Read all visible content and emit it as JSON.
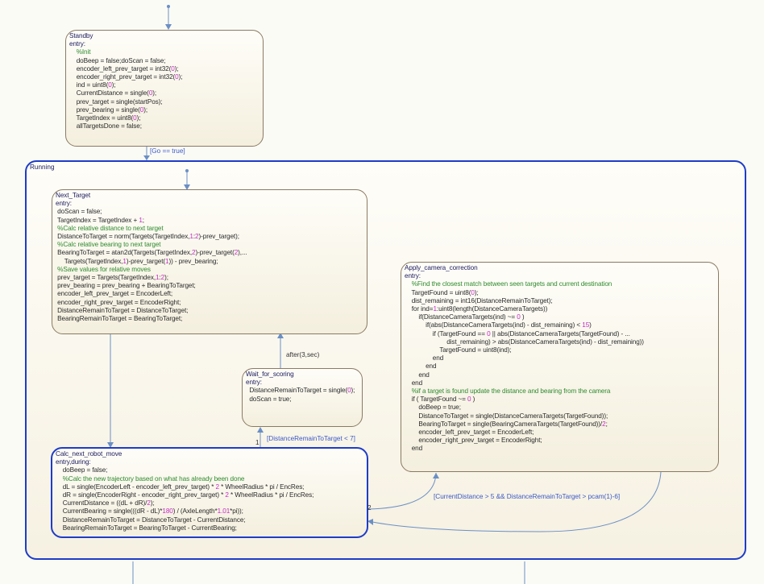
{
  "standby": {
    "name": "Standby",
    "lines": [
      [
        {
          "t": "entry:",
          "c": "lbl"
        }
      ],
      [
        {
          "t": "    %Init",
          "c": "cmt"
        }
      ],
      [
        {
          "t": "    doBeep = false;doScan = false;",
          "c": "txt"
        }
      ],
      [
        {
          "t": "    encoder_left_prev_target = int32(",
          "c": "txt"
        },
        {
          "t": "0",
          "c": "num"
        },
        {
          "t": ");",
          "c": "txt"
        }
      ],
      [
        {
          "t": "    encoder_right_prev_target = int32(",
          "c": "txt"
        },
        {
          "t": "0",
          "c": "num"
        },
        {
          "t": ");",
          "c": "txt"
        }
      ],
      [
        {
          "t": "    ind = uint8(",
          "c": "txt"
        },
        {
          "t": "0",
          "c": "num"
        },
        {
          "t": ");",
          "c": "txt"
        }
      ],
      [
        {
          "t": "    CurrentDistance = single(",
          "c": "txt"
        },
        {
          "t": "0",
          "c": "num"
        },
        {
          "t": ");",
          "c": "txt"
        }
      ],
      [
        {
          "t": "    prev_target = single(startPos);",
          "c": "txt"
        }
      ],
      [
        {
          "t": "    prev_bearing = single(",
          "c": "txt"
        },
        {
          "t": "0",
          "c": "num"
        },
        {
          "t": ");",
          "c": "txt"
        }
      ],
      [
        {
          "t": "    TargetIndex = uint8(",
          "c": "txt"
        },
        {
          "t": "0",
          "c": "num"
        },
        {
          "t": ");",
          "c": "txt"
        }
      ],
      [
        {
          "t": "    allTargetsDone = false;",
          "c": "txt"
        }
      ]
    ]
  },
  "running": {
    "name": "Running"
  },
  "next_target": {
    "name": "Next_Target",
    "lines": [
      [
        {
          "t": "entry:",
          "c": "lbl"
        }
      ],
      [
        {
          "t": " doScan = false;",
          "c": "txt"
        }
      ],
      [
        {
          "t": " TargetIndex = TargetIndex + ",
          "c": "txt"
        },
        {
          "t": "1",
          "c": "num"
        },
        {
          "t": ";",
          "c": "txt"
        }
      ],
      [
        {
          "t": " %Calc relative distance to next target",
          "c": "cmt"
        }
      ],
      [
        {
          "t": " DistanceToTarget = norm(Targets(TargetIndex,",
          "c": "txt"
        },
        {
          "t": "1",
          "c": "num"
        },
        {
          "t": ":",
          "c": "txt"
        },
        {
          "t": "2",
          "c": "num"
        },
        {
          "t": ")-prev_target);",
          "c": "txt"
        }
      ],
      [
        {
          "t": " %Calc relative bearing to next target",
          "c": "cmt"
        }
      ],
      [
        {
          "t": " BearingToTarget = atan2d(Targets(TargetIndex,",
          "c": "txt"
        },
        {
          "t": "2",
          "c": "num"
        },
        {
          "t": ")-prev_target(",
          "c": "txt"
        },
        {
          "t": "2",
          "c": "num"
        },
        {
          "t": "),...",
          "c": "txt"
        }
      ],
      [
        {
          "t": "     Targets(TargetIndex,",
          "c": "txt"
        },
        {
          "t": "1",
          "c": "num"
        },
        {
          "t": ")-prev_target(",
          "c": "txt"
        },
        {
          "t": "1",
          "c": "num"
        },
        {
          "t": ")) - prev_bearing;",
          "c": "txt"
        }
      ],
      [
        {
          "t": " %Save values for relative moves",
          "c": "cmt"
        }
      ],
      [
        {
          "t": " prev_target = Targets(TargetIndex,",
          "c": "txt"
        },
        {
          "t": "1",
          "c": "num"
        },
        {
          "t": ":",
          "c": "txt"
        },
        {
          "t": "2",
          "c": "num"
        },
        {
          "t": ");",
          "c": "txt"
        }
      ],
      [
        {
          "t": " prev_bearing = prev_bearing + BearingToTarget;",
          "c": "txt"
        }
      ],
      [
        {
          "t": " encoder_left_prev_target = EncoderLeft;",
          "c": "txt"
        }
      ],
      [
        {
          "t": " encoder_right_prev_target = EncoderRight;",
          "c": "txt"
        }
      ],
      [
        {
          "t": " DistanceRemainToTarget = DistanceToTarget;",
          "c": "txt"
        }
      ],
      [
        {
          "t": " BearingRemainToTarget = BearingToTarget;",
          "c": "txt"
        }
      ]
    ]
  },
  "wait_for_scoring": {
    "name": "Wait_for_scoring",
    "lines": [
      [
        {
          "t": "entry:",
          "c": "lbl"
        }
      ],
      [
        {
          "t": "  DistanceRemainToTarget = single(",
          "c": "txt"
        },
        {
          "t": "0",
          "c": "num"
        },
        {
          "t": ");",
          "c": "txt"
        }
      ],
      [
        {
          "t": "  doScan = true;",
          "c": "txt"
        }
      ]
    ]
  },
  "apply_camera_correction": {
    "name": "Apply_camera_correction",
    "lines": [
      [
        {
          "t": "entry:",
          "c": "lbl"
        }
      ],
      [
        {
          "t": "    %Find the closest match between seen targets and current destination",
          "c": "cmt"
        }
      ],
      [
        {
          "t": "    TargetFound = uint8(",
          "c": "txt"
        },
        {
          "t": "0",
          "c": "num"
        },
        {
          "t": ");",
          "c": "txt"
        }
      ],
      [
        {
          "t": "    dist_remaining = int16(DistanceRemainToTarget);",
          "c": "txt"
        }
      ],
      [
        {
          "t": "    for ind=",
          "c": "txt"
        },
        {
          "t": "1",
          "c": "num"
        },
        {
          "t": ":uint8(length(DistanceCameraTargets))",
          "c": "txt"
        }
      ],
      [
        {
          "t": "        if(DistanceCameraTargets(ind) ~= ",
          "c": "txt"
        },
        {
          "t": "0",
          "c": "num"
        },
        {
          "t": " )",
          "c": "txt"
        }
      ],
      [
        {
          "t": "            if(abs(DistanceCameraTargets(ind) - dist_remaining) < ",
          "c": "txt"
        },
        {
          "t": "15",
          "c": "num"
        },
        {
          "t": ")",
          "c": "txt"
        }
      ],
      [
        {
          "t": "                if (TargetFound == ",
          "c": "txt"
        },
        {
          "t": "0",
          "c": "num"
        },
        {
          "t": " || abs(DistanceCameraTargets(TargetFound) - ...",
          "c": "txt"
        }
      ],
      [
        {
          "t": "                        dist_remaining) > abs(DistanceCameraTargets(ind) - dist_remaining))",
          "c": "txt"
        }
      ],
      [
        {
          "t": "                    TargetFound = uint8(ind);",
          "c": "txt"
        }
      ],
      [
        {
          "t": "                end",
          "c": "txt"
        }
      ],
      [
        {
          "t": "            end",
          "c": "txt"
        }
      ],
      [
        {
          "t": "        end",
          "c": "txt"
        }
      ],
      [
        {
          "t": "    end",
          "c": "txt"
        }
      ],
      [
        {
          "t": "    %if a target is found update the distance and bearing from the camera",
          "c": "cmt"
        }
      ],
      [
        {
          "t": "    if ( TargetFound ~= ",
          "c": "txt"
        },
        {
          "t": "0",
          "c": "num"
        },
        {
          "t": " )",
          "c": "txt"
        }
      ],
      [
        {
          "t": "        doBeep = true;",
          "c": "txt"
        }
      ],
      [
        {
          "t": "        DistanceToTarget = single(DistanceCameraTargets(TargetFound));",
          "c": "txt"
        }
      ],
      [
        {
          "t": "        BearingToTarget = single(BearingCameraTargets(TargetFound))/",
          "c": "txt"
        },
        {
          "t": "2",
          "c": "num"
        },
        {
          "t": ";",
          "c": "txt"
        }
      ],
      [
        {
          "t": "        encoder_left_prev_target = EncoderLeft;",
          "c": "txt"
        }
      ],
      [
        {
          "t": "        encoder_right_prev_target = EncoderRight;",
          "c": "txt"
        }
      ],
      [
        {
          "t": "    end",
          "c": "txt"
        }
      ]
    ]
  },
  "calc_next_robot_move": {
    "name": "Calc_next_robot_move",
    "lines": [
      [
        {
          "t": "entry,during:",
          "c": "lbl"
        }
      ],
      [
        {
          "t": "    doBeep = false;",
          "c": "txt"
        }
      ],
      [
        {
          "t": "    %Calc the new trajectory based on what has already been done",
          "c": "cmt"
        }
      ],
      [
        {
          "t": "    dL = single(EncoderLeft - encoder_left_prev_target) * ",
          "c": "txt"
        },
        {
          "t": "2",
          "c": "num"
        },
        {
          "t": " * WheelRadius * pi / EncRes;",
          "c": "txt"
        }
      ],
      [
        {
          "t": "    dR = single(EncoderRight - encoder_right_prev_target) * ",
          "c": "txt"
        },
        {
          "t": "2",
          "c": "num"
        },
        {
          "t": " * WheelRadius * pi / EncRes;",
          "c": "txt"
        }
      ],
      [
        {
          "t": "    CurrentDistance = ((dL + dR)/",
          "c": "txt"
        },
        {
          "t": "2",
          "c": "num"
        },
        {
          "t": ");",
          "c": "txt"
        }
      ],
      [
        {
          "t": "    CurrentBearing = single(((dR - dL)*",
          "c": "txt"
        },
        {
          "t": "180",
          "c": "num"
        },
        {
          "t": ") / (AxleLength*",
          "c": "txt"
        },
        {
          "t": "1.01",
          "c": "num"
        },
        {
          "t": "*pi));",
          "c": "txt"
        }
      ],
      [
        {
          "t": "    DistanceRemainToTarget = DistanceToTarget - CurrentDistance;",
          "c": "txt"
        }
      ],
      [
        {
          "t": "    BearingRemainToTarget = BearingToTarget - CurrentBearing;",
          "c": "txt"
        }
      ]
    ]
  },
  "transitions": {
    "go": "[Go == true]",
    "after": "after(3,sec)",
    "remain": "[DistanceRemainToTarget < 7]",
    "camera": "[CurrentDistance > 5 && DistanceRemainToTarget > pcam(1)-6]",
    "order_1": "1",
    "order_2": "2"
  },
  "colors": {
    "wire": "#6b8fc4",
    "active_border": "#1e3cc8",
    "comment": "#2e8b2e",
    "number": "#c52bc5"
  }
}
